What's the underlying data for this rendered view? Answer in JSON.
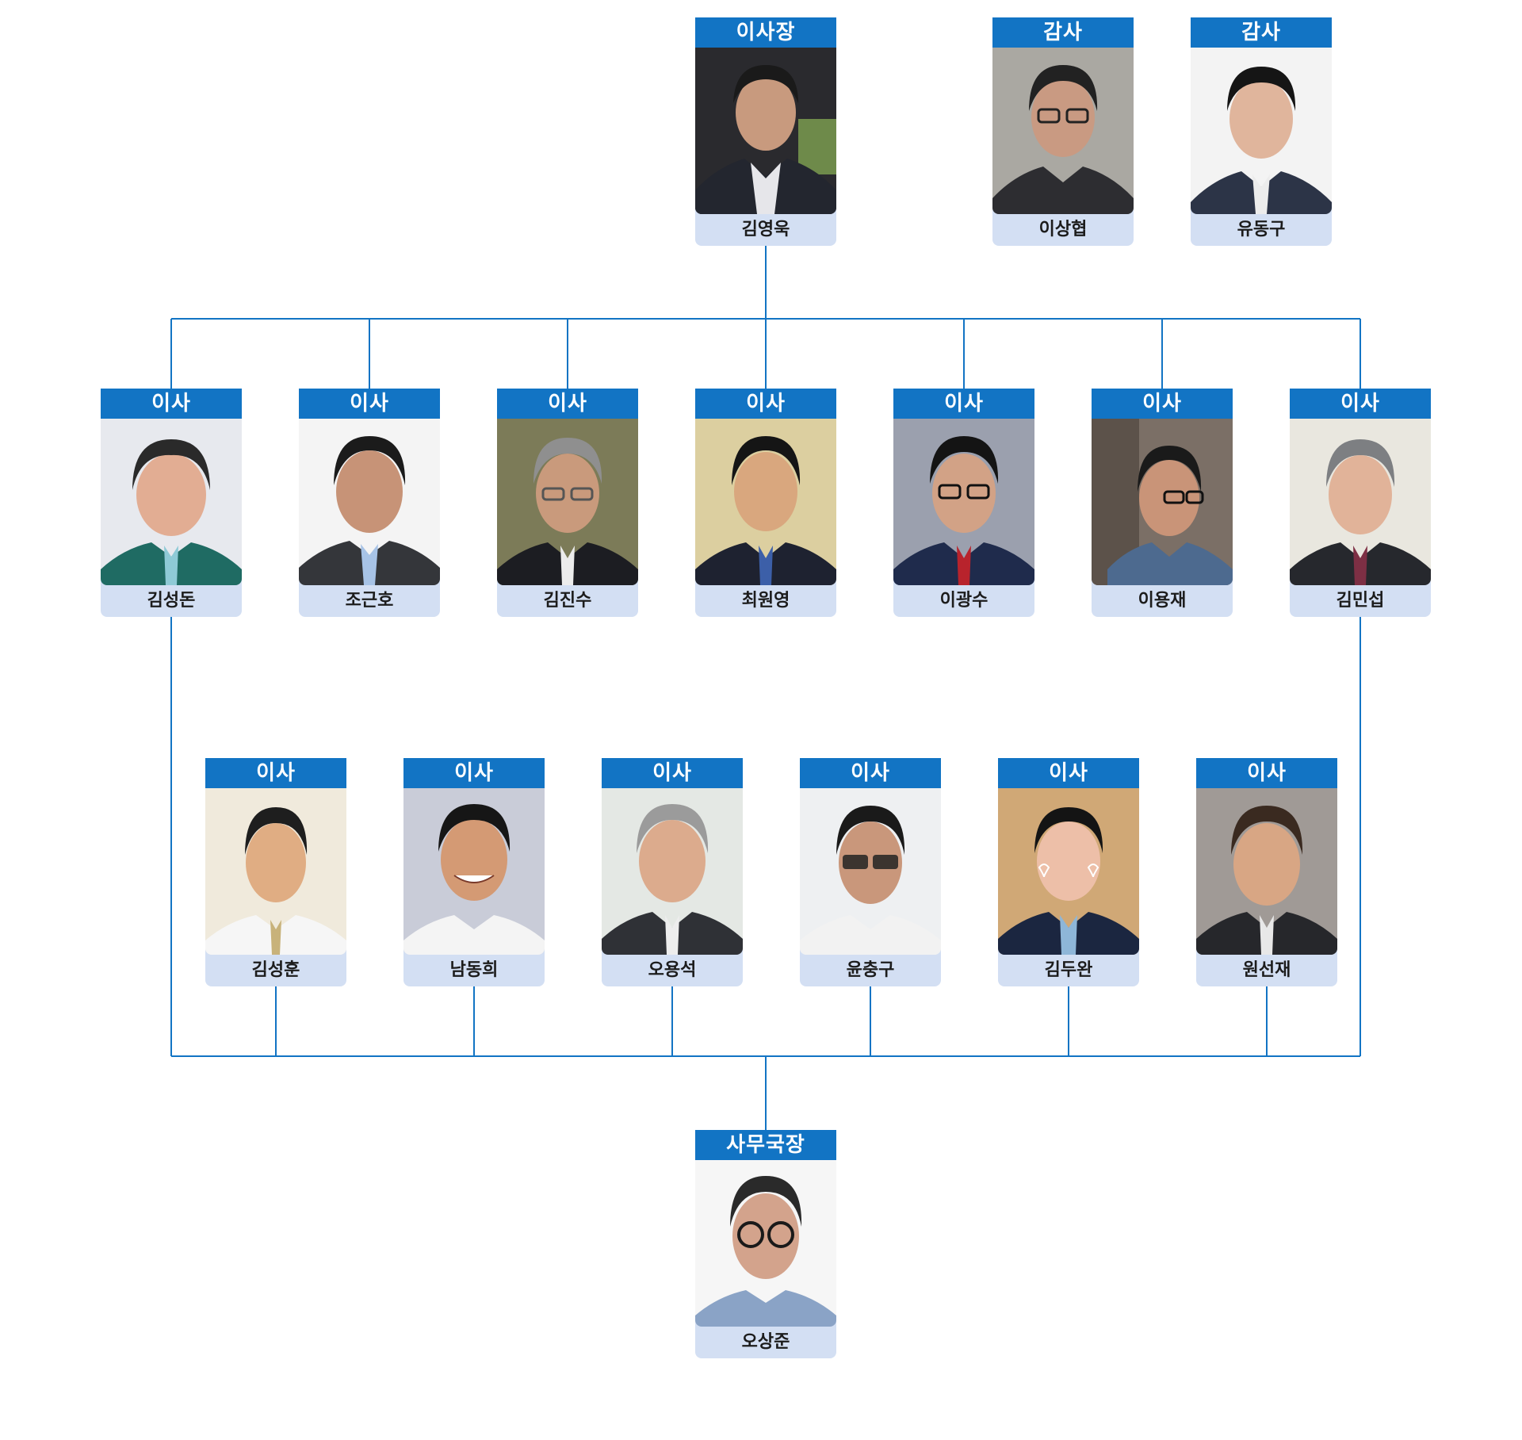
{
  "colors": {
    "title_bar": "#1274c4",
    "name_bar": "#d3dff3",
    "connector": "#1274c4"
  },
  "chairman": {
    "title": "이사장",
    "name": "김영욱"
  },
  "auditors": [
    {
      "title": "감사",
      "name": "이상협"
    },
    {
      "title": "감사",
      "name": "유동구"
    }
  ],
  "directors_row1": [
    {
      "title": "이사",
      "name": "김성돈"
    },
    {
      "title": "이사",
      "name": "조근호"
    },
    {
      "title": "이사",
      "name": "김진수"
    },
    {
      "title": "이사",
      "name": "최원영"
    },
    {
      "title": "이사",
      "name": "이광수"
    },
    {
      "title": "이사",
      "name": "이용재"
    },
    {
      "title": "이사",
      "name": "김민섭"
    }
  ],
  "directors_row2": [
    {
      "title": "이사",
      "name": "김성훈"
    },
    {
      "title": "이사",
      "name": "남동희"
    },
    {
      "title": "이사",
      "name": "오용석"
    },
    {
      "title": "이사",
      "name": "윤충구"
    },
    {
      "title": "이사",
      "name": "김두완"
    },
    {
      "title": "이사",
      "name": "원선재"
    }
  ],
  "secretary_general": {
    "title": "사무국장",
    "name": "오상준"
  }
}
